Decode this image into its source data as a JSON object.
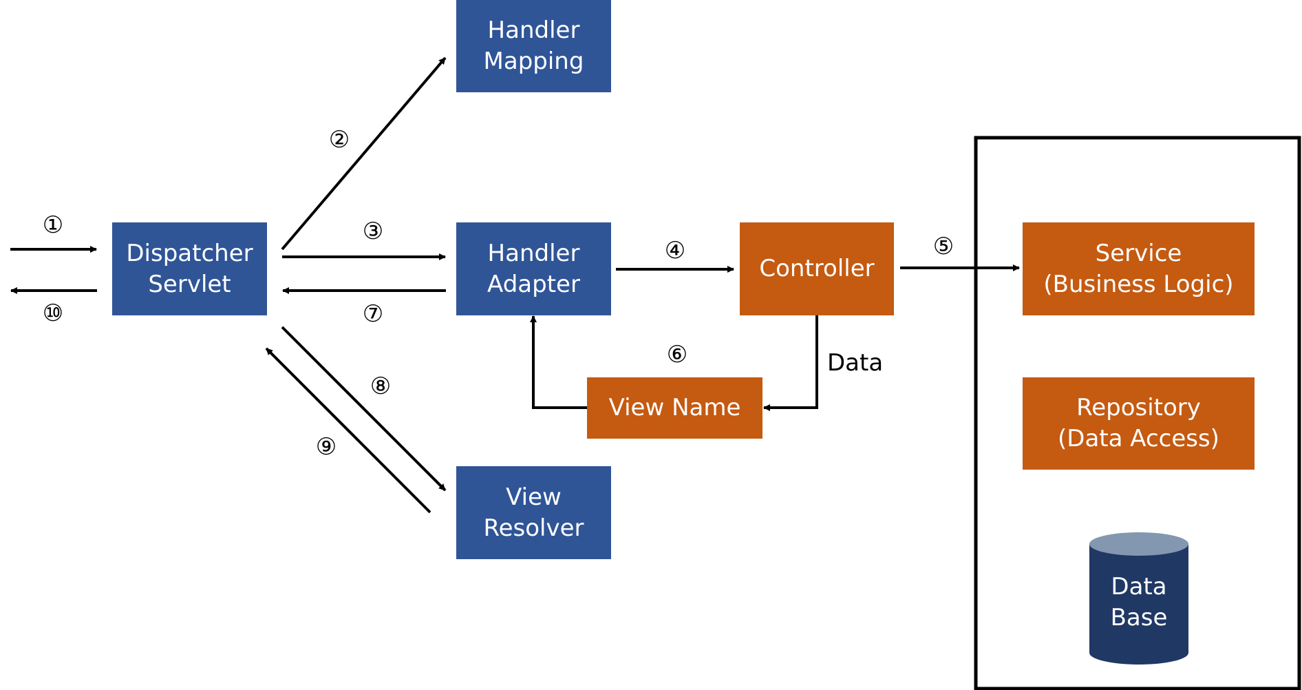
{
  "nodes": {
    "dispatcher_servlet": {
      "line1": "Dispatcher",
      "line2": "Servlet",
      "color": "#2f5597"
    },
    "handler_mapping": {
      "line1": "Handler",
      "line2": "Mapping",
      "color": "#2f5597"
    },
    "handler_adapter": {
      "line1": "Handler",
      "line2": "Adapter",
      "color": "#2f5597"
    },
    "view_resolver": {
      "line1": "View",
      "line2": "Resolver",
      "color": "#2f5597"
    },
    "controller": {
      "line1": "Controller",
      "color": "#c55a11"
    },
    "view_name": {
      "line1": "View Name",
      "color": "#c55a11"
    },
    "service": {
      "line1": "Service",
      "line2": "(Business Logic)",
      "color": "#c55a11"
    },
    "repository": {
      "line1": "Repository",
      "line2": "(Data Access)",
      "color": "#c55a11"
    },
    "database": {
      "line1": "Data",
      "line2": "Base",
      "color": "#203864"
    }
  },
  "steps": [
    "①",
    "②",
    "③",
    "④",
    "⑤",
    "⑥",
    "⑦",
    "⑧",
    "⑨",
    "⑩"
  ],
  "edge_labels": {
    "data": "Data"
  }
}
